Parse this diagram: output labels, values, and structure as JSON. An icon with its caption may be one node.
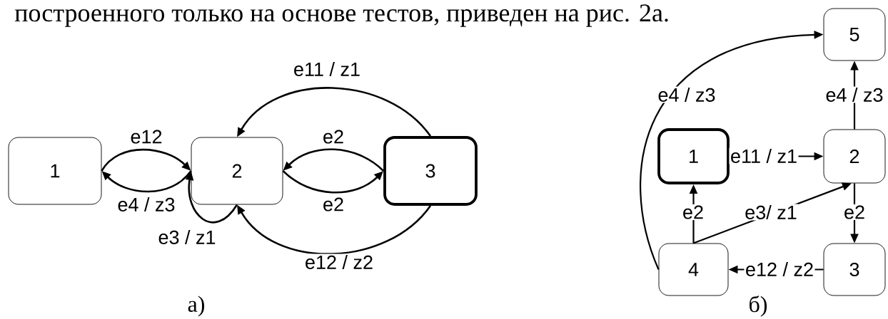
{
  "diagram": {
    "nodes": [
      {
        "text": [
          "1"
        ]
      },
      {
        "text": [
          "2"
        ]
      },
      {
        "text": [
          "3"
        ]
      },
      {
        "text": [
          "5"
        ]
      },
      {
        "text": [
          "1"
        ]
      },
      {
        "text": [
          "2"
        ]
      },
      {
        "text": [
          "4"
        ]
      },
      {
        "text": [
          "3"
        ]
      }
    ],
    "edges": [
      {
        "from": 0,
        "to": 1,
        "arrow": "to",
        "label": "e12"
      },
      {
        "from": 1,
        "to": 0,
        "arrow": "to",
        "label": "e4 / z3"
      },
      {
        "from": 1,
        "to": 1,
        "arrow": "to",
        "label": "e3 / z1"
      },
      {
        "from": 2,
        "to": 1,
        "arrow": "to",
        "label": "e11 / z1"
      },
      {
        "from": 2,
        "to": 1,
        "arrow": "to",
        "label": "e2"
      },
      {
        "from": 1,
        "to": 2,
        "arrow": "to",
        "label": "e2"
      },
      {
        "from": 2,
        "to": 1,
        "arrow": "to",
        "label": "e12 / z2"
      },
      {
        "from": 6,
        "to": 3,
        "arrow": "to",
        "label": "e4 / z3"
      },
      {
        "from": 5,
        "to": 3,
        "arrow": "to",
        "label": "e4 / z3"
      },
      {
        "from": 4,
        "to": 5,
        "arrow": "to",
        "label": "e11 / z1"
      },
      {
        "from": 6,
        "to": 4,
        "arrow": "to",
        "label": "e2"
      },
      {
        "from": 6,
        "to": 5,
        "arrow": "to",
        "label": "e3/ z1"
      },
      {
        "from": 5,
        "to": 7,
        "arrow": "to",
        "label": "e2"
      },
      {
        "from": 7,
        "to": 6,
        "arrow": "to",
        "label": "e12 / z2"
      }
    ],
    "labels": [
      "построенного только на основе тестов, приведен на рис. 2а.",
      "а)",
      "б)"
    ]
  }
}
